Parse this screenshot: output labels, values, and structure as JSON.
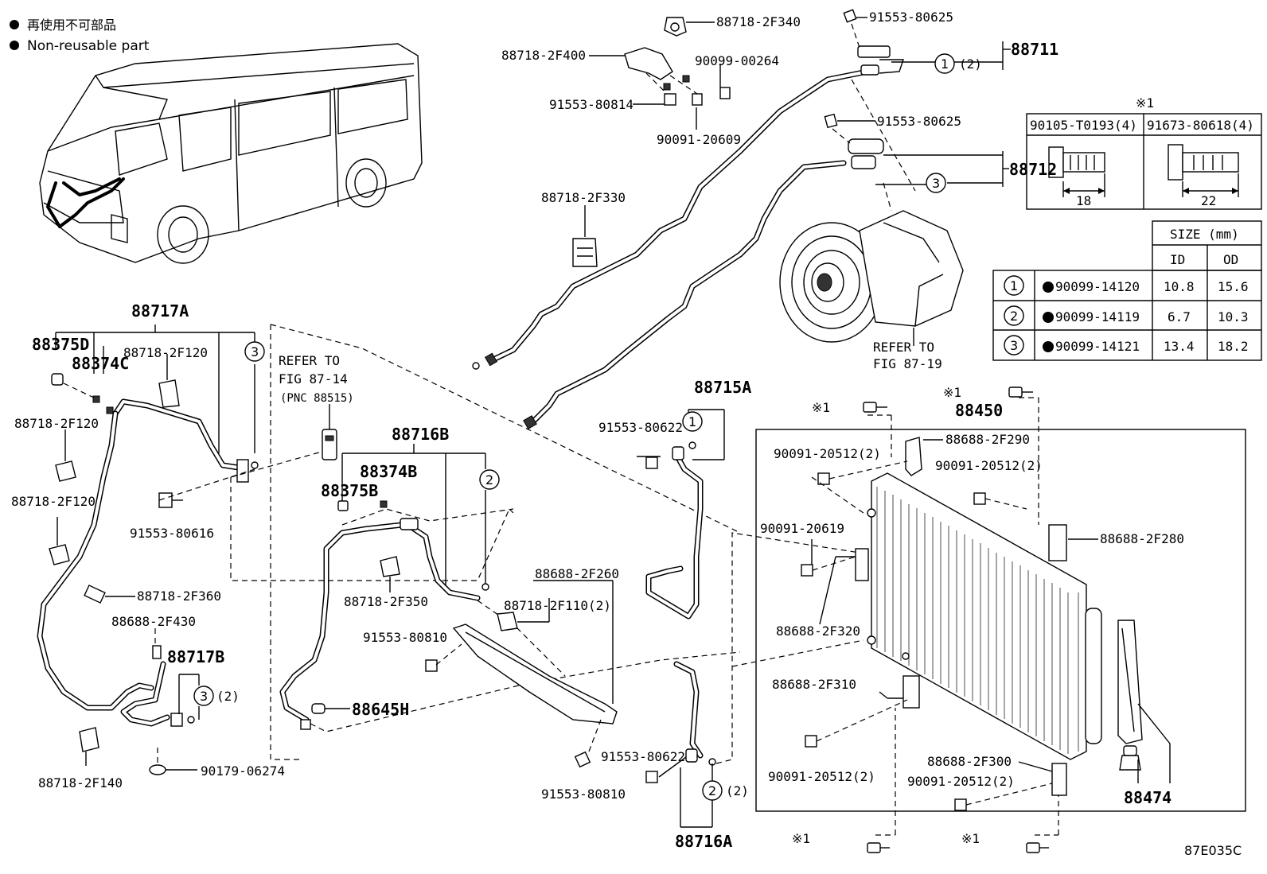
{
  "legend": {
    "line_jp": "再使用不可部品",
    "line_en": "Non-reusable part"
  },
  "diagram_code": "87E035C",
  "labels": {
    "p88718_2F340": "88718-2F340",
    "p91553_80625a": "91553-80625",
    "p88711": "88711",
    "c1_2_top": "(2)",
    "p88718_2F400": "88718-2F400",
    "p90099_00264": "90099-00264",
    "p91553_80814": "91553-80814",
    "p90091_20609": "90091-20609",
    "p91553_80625b": "91553-80625",
    "p88712": "88712",
    "p88718_2F330": "88718-2F330",
    "refer_8719_a": "REFER TO",
    "refer_8719_b": "FIG 87-19",
    "p88717A": "88717A",
    "p88375D": "88375D",
    "p88374C": "88374C",
    "p88718_2F120a": "88718-2F120",
    "p88718_2F120b": "88718-2F120",
    "p88718_2F120c": "88718-2F120",
    "refer_8714_a": "REFER TO",
    "refer_8714_b": "FIG 87-14",
    "refer_8714_c": "(PNC 88515)",
    "p91553_80616": "91553-80616",
    "p88718_2F360": "88718-2F360",
    "p88688_2F430": "88688-2F430",
    "p88717B": "88717B",
    "c3_2_left": "(2)",
    "p88718_2F140": "88718-2F140",
    "p90179_06274": "90179-06274",
    "p88716B": "88716B",
    "p88374B": "88374B",
    "p88375B": "88375B",
    "p88718_2F350": "88718-2F350",
    "p91553_80810a": "91553-80810",
    "p88645H": "88645H",
    "p88688_2F260": "88688-2F260",
    "p88718_2F110": "88718-2F110(2)",
    "p91553_80622b": "91553-80622",
    "p91553_80810b": "91553-80810",
    "p88715A": "88715A",
    "p91553_80622a": "91553-80622",
    "p88716A": "88716A",
    "c2_2_bottom": "(2)",
    "p88450": "88450",
    "p88688_2F290": "88688-2F290",
    "p90091_20512a": "90091-20512(2)",
    "p90091_20512b": "90091-20512(2)",
    "p90091_20619": "90091-20619",
    "p88688_2F280": "88688-2F280",
    "p88688_2F320": "88688-2F320",
    "p88688_2F310": "88688-2F310",
    "p90091_20512c": "90091-20512(2)",
    "p88688_2F300": "88688-2F300",
    "p90091_20512d": "90091-20512(2)",
    "p88474": "88474",
    "kome1_a": "※1",
    "kome1_b": "※1",
    "kome1_c": "※1",
    "kome1_d": "※1",
    "kome1_e": "※1",
    "circled_1": "1",
    "circled_2": "2",
    "circled_3": "3"
  },
  "bolt_table": {
    "note": "※1",
    "col1_part": "90105-T0193(4)",
    "col1_length": "18",
    "col2_part": "91673-80618(4)",
    "col2_length": "22"
  },
  "size_table": {
    "title": "SIZE (mm)",
    "col_id": "ID",
    "col_od": "OD",
    "rows": [
      {
        "ref": "1",
        "part": "90099-14120",
        "id": "10.8",
        "od": "15.6"
      },
      {
        "ref": "2",
        "part": "90099-14119",
        "id": "6.7",
        "od": "10.3"
      },
      {
        "ref": "3",
        "part": "90099-14121",
        "id": "13.4",
        "od": "18.2"
      }
    ]
  }
}
